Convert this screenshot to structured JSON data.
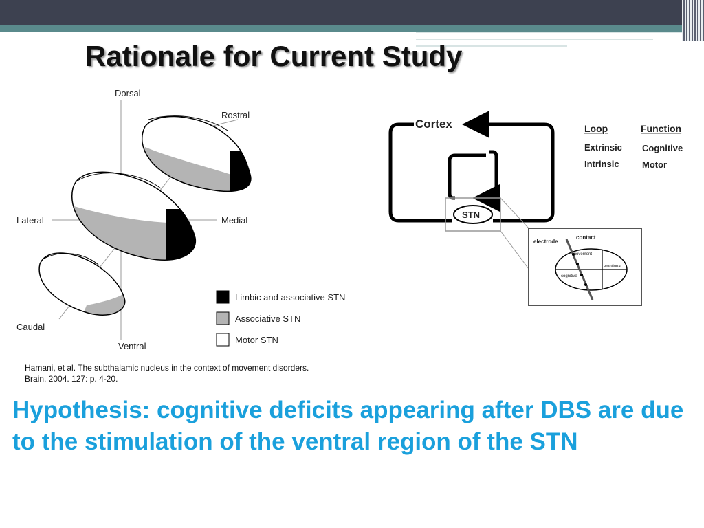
{
  "slide": {
    "title": "Rationale for Current Study",
    "citation_line1": "Hamani, et al. The subthalamic nucleus in the context of movement disorders.",
    "citation_line2": "Brain, 2004. 127: p. 4-20.",
    "hypothesis": "Hypothesis: cognitive deficits appearing after DBS are due to the stimulation of the ventral region of the STN"
  },
  "left_figure": {
    "axis_labels": {
      "dorsal": "Dorsal",
      "rostral": "Rostral",
      "lateral": "Lateral",
      "medial": "Medial",
      "caudal": "Caudal",
      "ventral": "Ventral"
    },
    "legend": [
      {
        "label": "Limbic and associative STN",
        "color": "#000000"
      },
      {
        "label": "Associative STN",
        "color": "#b4b4b4"
      },
      {
        "label": "Motor STN",
        "color": "#ffffff"
      }
    ]
  },
  "right_figure": {
    "cortex": "Cortex",
    "stn": "STN",
    "table_headers": {
      "loop": "Loop",
      "function": "Function"
    },
    "table_rows": [
      {
        "loop": "Extrinsic",
        "function": "Cognitive"
      },
      {
        "loop": "Intrinsic",
        "function": "Motor"
      }
    ],
    "inset_labels": {
      "electrode": "electrode",
      "contact": "contact",
      "movement": "movement",
      "emotional": "emotional",
      "cognitive": "cognitive"
    }
  }
}
